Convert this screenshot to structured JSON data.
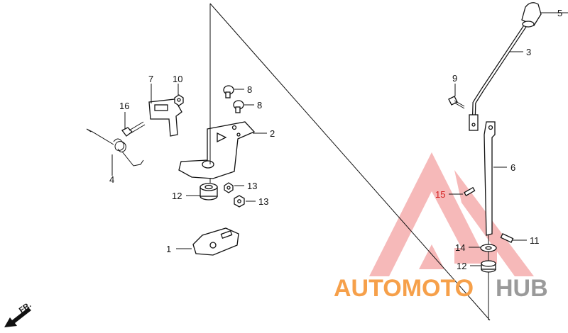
{
  "callouts": [
    {
      "id": "c1",
      "text": "1"
    },
    {
      "id": "c2",
      "text": "2"
    },
    {
      "id": "c3",
      "text": "3"
    },
    {
      "id": "c4",
      "text": "4"
    },
    {
      "id": "c5",
      "text": "5"
    },
    {
      "id": "c6",
      "text": "6"
    },
    {
      "id": "c7",
      "text": "7"
    },
    {
      "id": "c8a",
      "text": "8"
    },
    {
      "id": "c8b",
      "text": "8"
    },
    {
      "id": "c9",
      "text": "9"
    },
    {
      "id": "c10",
      "text": "10"
    },
    {
      "id": "c11",
      "text": "11"
    },
    {
      "id": "c12a",
      "text": "12"
    },
    {
      "id": "c12b",
      "text": "12"
    },
    {
      "id": "c13a",
      "text": "13"
    },
    {
      "id": "c13b",
      "text": "13"
    },
    {
      "id": "c14",
      "text": "14"
    },
    {
      "id": "c15",
      "text": "15"
    },
    {
      "id": "c16",
      "text": "16"
    }
  ],
  "direction_marker": "FR.",
  "watermark": {
    "part1": "AUTOMOTO",
    "part2": "HUB",
    "color_primary": "#f6a04a",
    "color_secondary": "#9a9a9a",
    "logo_color": "#f08a8a"
  }
}
